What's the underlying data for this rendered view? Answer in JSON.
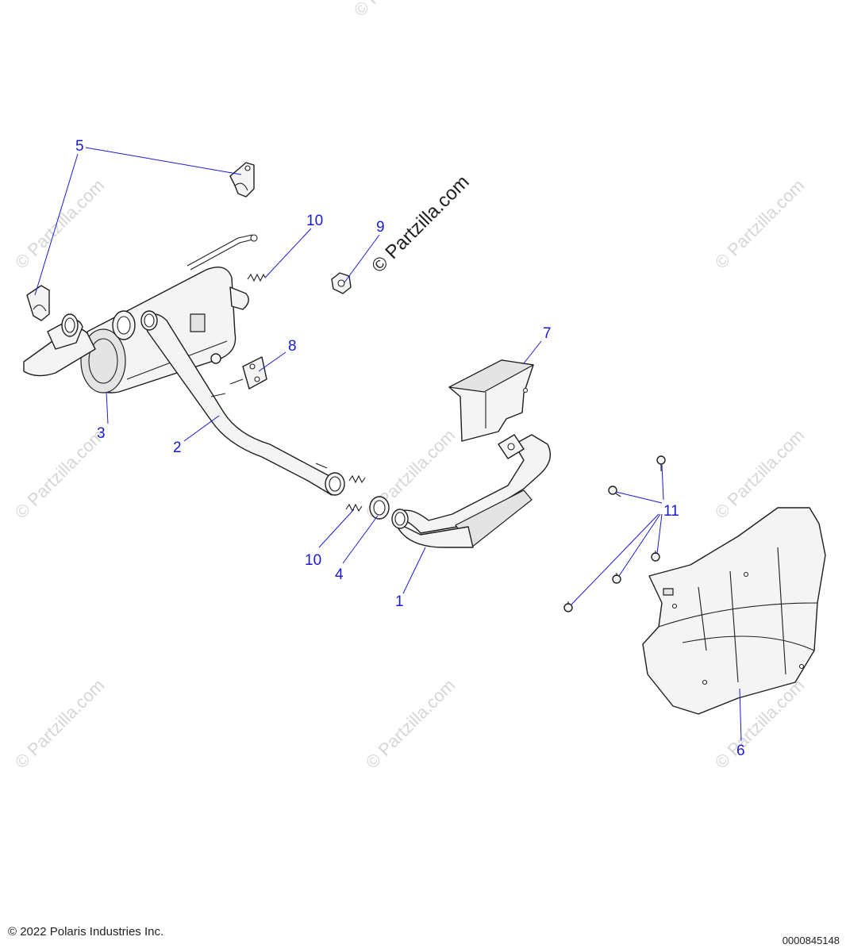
{
  "watermark": {
    "text": "© Partzilla.com",
    "center_text": "© Partzilla.com"
  },
  "callouts": [
    {
      "id": "1",
      "label": "1"
    },
    {
      "id": "2",
      "label": "2"
    },
    {
      "id": "3",
      "label": "3"
    },
    {
      "id": "4",
      "label": "4"
    },
    {
      "id": "5",
      "label": "5"
    },
    {
      "id": "6",
      "label": "6"
    },
    {
      "id": "7",
      "label": "7"
    },
    {
      "id": "8",
      "label": "8"
    },
    {
      "id": "9",
      "label": "9"
    },
    {
      "id": "10a",
      "label": "10"
    },
    {
      "id": "10b",
      "label": "10"
    },
    {
      "id": "11",
      "label": "11"
    }
  ],
  "footer": {
    "copyright": "© 2022 Polaris Industries Inc.",
    "ref_number": "0000845148"
  },
  "colors": {
    "callout": "#1a1ad6",
    "line_art": "#1e1e1e",
    "watermark": "#d6d6d6"
  }
}
